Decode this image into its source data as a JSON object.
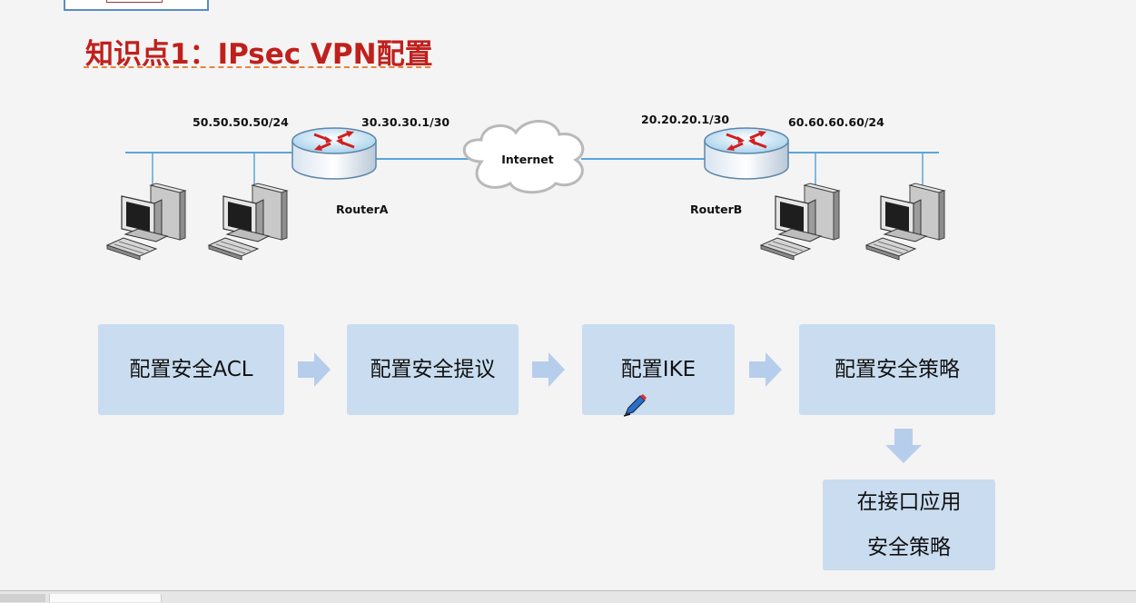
{
  "title": "知识点1：IPsec VPN配置",
  "network": {
    "left_subnet": "50.50.50.50/24",
    "router_a_wan": "30.30.30.1/30",
    "cloud_label": "Internet",
    "router_b_wan": "20.20.20.1/30",
    "right_subnet": "60.60.60.60/24",
    "router_a_name": "RouterA",
    "router_b_name": "RouterB"
  },
  "steps": [
    {
      "label": "配置安全ACL"
    },
    {
      "label": "配置安全提议"
    },
    {
      "label": "配置IKE"
    },
    {
      "label": "配置安全策略"
    },
    {
      "label_line1": "在接口应用",
      "label_line2": "安全策略"
    }
  ],
  "colors": {
    "title": "#c0201c",
    "step_box": "#c9dcf0",
    "arrow": "#b7cdec",
    "link_line": "#5aa6d8"
  }
}
